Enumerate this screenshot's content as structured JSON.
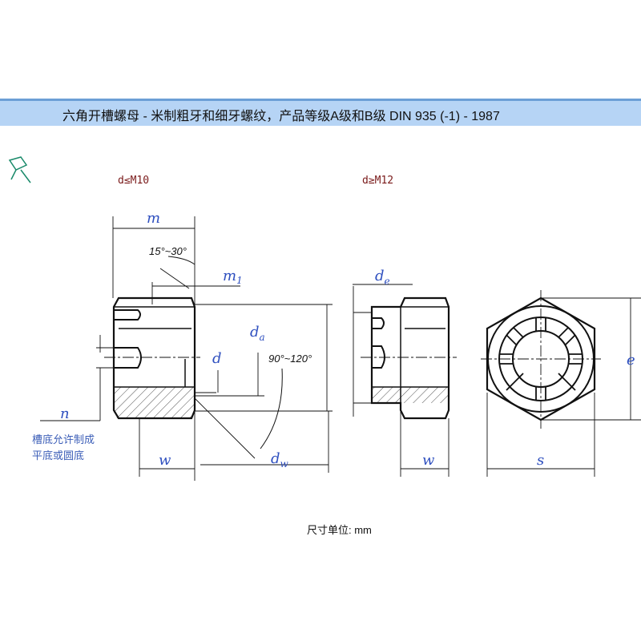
{
  "title": "六角开槽螺母 - 米制粗牙和细牙螺纹，产品等级A级和B级 DIN 935 (-1) - 1987",
  "conditions": {
    "left": "d≤M10",
    "right": "d≥M12"
  },
  "labels": {
    "m": "m",
    "m1": "m",
    "m1_sub": "1",
    "da": "d",
    "da_sub": "a",
    "d": "d",
    "dw": "d",
    "dw_sub": "w",
    "de": "d",
    "de_sub": "e",
    "n": "n",
    "w_left": "w",
    "w_mid": "w",
    "s": "s",
    "e": "e"
  },
  "angles": {
    "chamfer": "15°~30°",
    "bearing": "90°~120°"
  },
  "note": [
    "槽底允许制成",
    "平底或圆底"
  ],
  "units": "尺寸单位: mm",
  "icons": {
    "pin": "pushpin-icon"
  },
  "colors": {
    "banner": "#b6d4f5",
    "label": "#2e4fbf",
    "condition": "#7a1a1a"
  }
}
